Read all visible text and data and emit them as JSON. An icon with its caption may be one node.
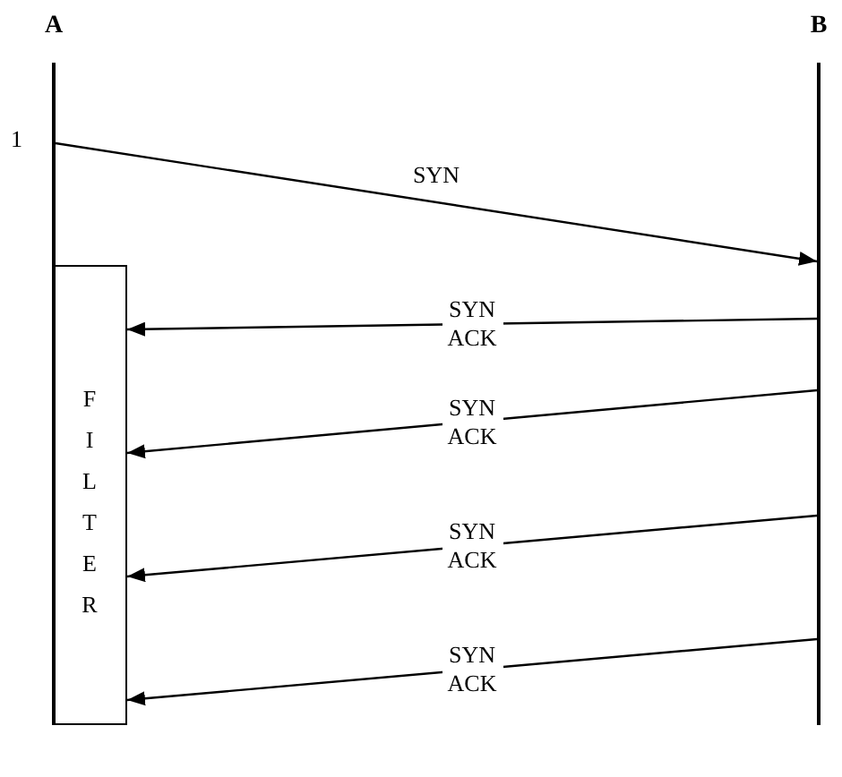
{
  "diagram": {
    "nodes": [
      {
        "text": [
          "A"
        ]
      },
      {
        "text": [
          "B"
        ]
      },
      {
        "text": [
          "F I L T E R"
        ]
      }
    ],
    "edges": [
      {
        "from": 0,
        "to": 1,
        "arrow": "to",
        "label": "SYN"
      },
      {
        "from": 1,
        "to": 2,
        "arrow": "to",
        "label": "SYN ACK"
      },
      {
        "from": 1,
        "to": 2,
        "arrow": "to",
        "label": "SYN ACK"
      },
      {
        "from": 1,
        "to": 2,
        "arrow": "to",
        "label": "SYN ACK"
      },
      {
        "from": 1,
        "to": 2,
        "arrow": "to",
        "label": "SYN ACK"
      }
    ],
    "labels": [
      "1"
    ]
  }
}
